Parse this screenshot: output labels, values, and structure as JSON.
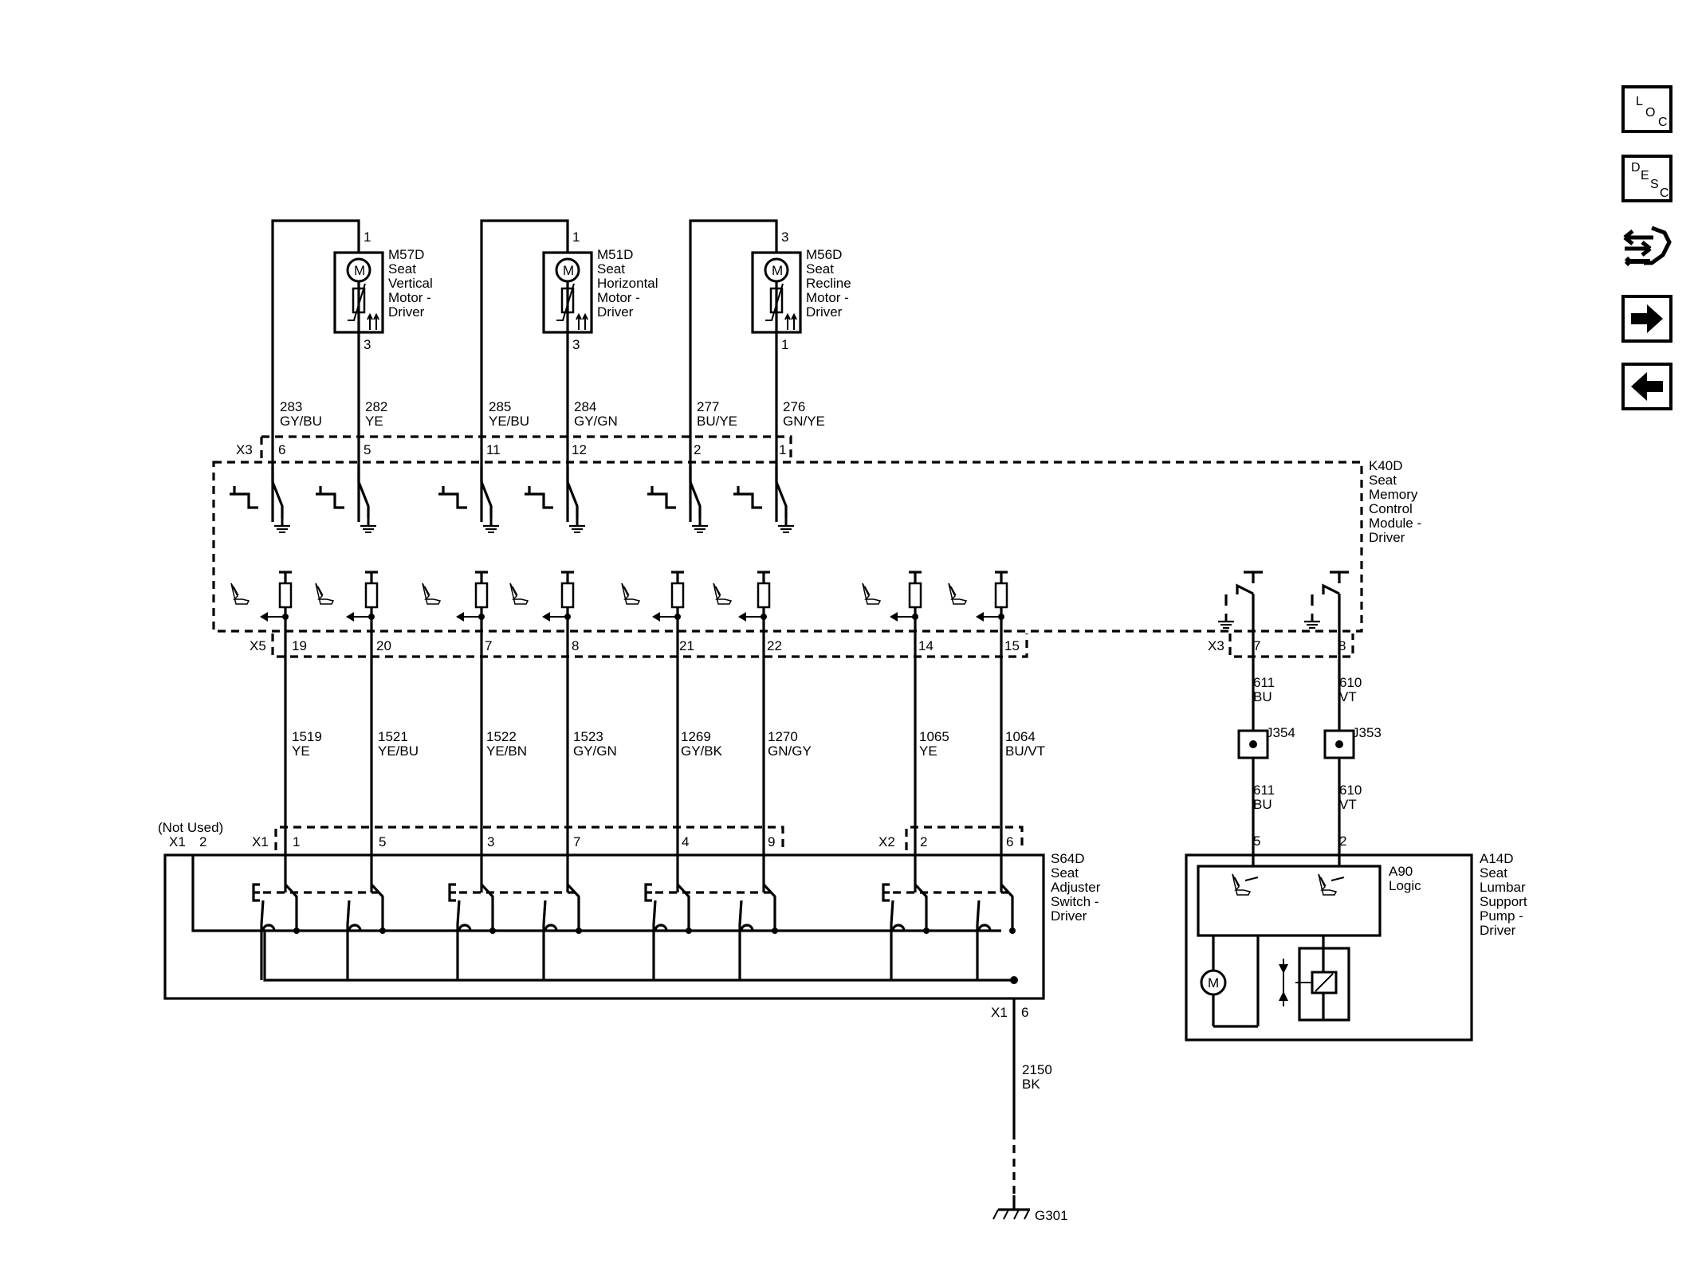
{
  "nav": {
    "loc": [
      "L",
      "O",
      "C"
    ],
    "desc": [
      "D",
      "E",
      "S",
      "C"
    ]
  },
  "motors": [
    {
      "id": "M57D",
      "lines": [
        "M57D",
        "Seat",
        "Vertical",
        "Motor -",
        "Driver"
      ],
      "pin_top": "1",
      "pin_bottom": "3",
      "wires": [
        {
          "num": "283",
          "color": "GY/BU",
          "pin": "6"
        },
        {
          "num": "282",
          "color": "YE",
          "pin": "5"
        }
      ]
    },
    {
      "id": "M51D",
      "lines": [
        "M51D",
        "Seat",
        "Horizontal",
        "Motor -",
        "Driver"
      ],
      "pin_top": "1",
      "pin_bottom": "3",
      "wires": [
        {
          "num": "285",
          "color": "YE/BU",
          "pin": "11"
        },
        {
          "num": "284",
          "color": "GY/GN",
          "pin": "12"
        }
      ]
    },
    {
      "id": "M56D",
      "lines": [
        "M56D",
        "Seat",
        "Recline",
        "Motor -",
        "Driver"
      ],
      "pin_top": "3",
      "pin_bottom": "1",
      "wires": [
        {
          "num": "277",
          "color": "BU/YE",
          "pin": "2"
        },
        {
          "num": "276",
          "color": "GN/YE",
          "pin": "1"
        }
      ]
    }
  ],
  "motor_symbol_letter": "M",
  "k40d": {
    "connector_x3": "X3",
    "connector_x5": "X5",
    "label": [
      "K40D",
      "Seat",
      "Memory",
      "Control",
      "Module -",
      "Driver"
    ]
  },
  "switch_wires": [
    {
      "num": "1519",
      "color": "YE",
      "pin_module": "19",
      "pin_switch": "1"
    },
    {
      "num": "1521",
      "color": "YE/BU",
      "pin_module": "20",
      "pin_switch": "5"
    },
    {
      "num": "1522",
      "color": "YE/BN",
      "pin_module": "7",
      "pin_switch": "3"
    },
    {
      "num": "1523",
      "color": "GY/GN",
      "pin_module": "8",
      "pin_switch": "7"
    },
    {
      "num": "1269",
      "color": "GY/BK",
      "pin_module": "21",
      "pin_switch": "4"
    },
    {
      "num": "1270",
      "color": "GN/GY",
      "pin_module": "22",
      "pin_switch": "9"
    },
    {
      "num": "1065",
      "color": "YE",
      "pin_module": "14",
      "pin_switch": "2"
    },
    {
      "num": "1064",
      "color": "BU/VT",
      "pin_module": "15",
      "pin_switch": "6"
    }
  ],
  "lumbar_wires": [
    {
      "num": "611",
      "color": "BU",
      "pin_module": "7",
      "splice": "J354",
      "pin_pump": "5"
    },
    {
      "num": "610",
      "color": "VT",
      "pin_module": "8",
      "splice": "J353",
      "pin_pump": "2"
    }
  ],
  "s64d": {
    "not_used": "(Not Used)",
    "x1": "X1",
    "x1_pin": "2",
    "x2": "X2",
    "label": [
      "S64D",
      "Seat",
      "Adjuster",
      "Switch -",
      "Driver"
    ],
    "ground_conn": "X1",
    "ground_pin": "6"
  },
  "a14d": {
    "label": [
      "A14D",
      "Seat",
      "Lumbar",
      "Support",
      "Pump -",
      "Driver"
    ],
    "logic_label": [
      "A90",
      "Logic"
    ]
  },
  "ground": {
    "num": "2150",
    "color": "BK",
    "id": "G301"
  }
}
